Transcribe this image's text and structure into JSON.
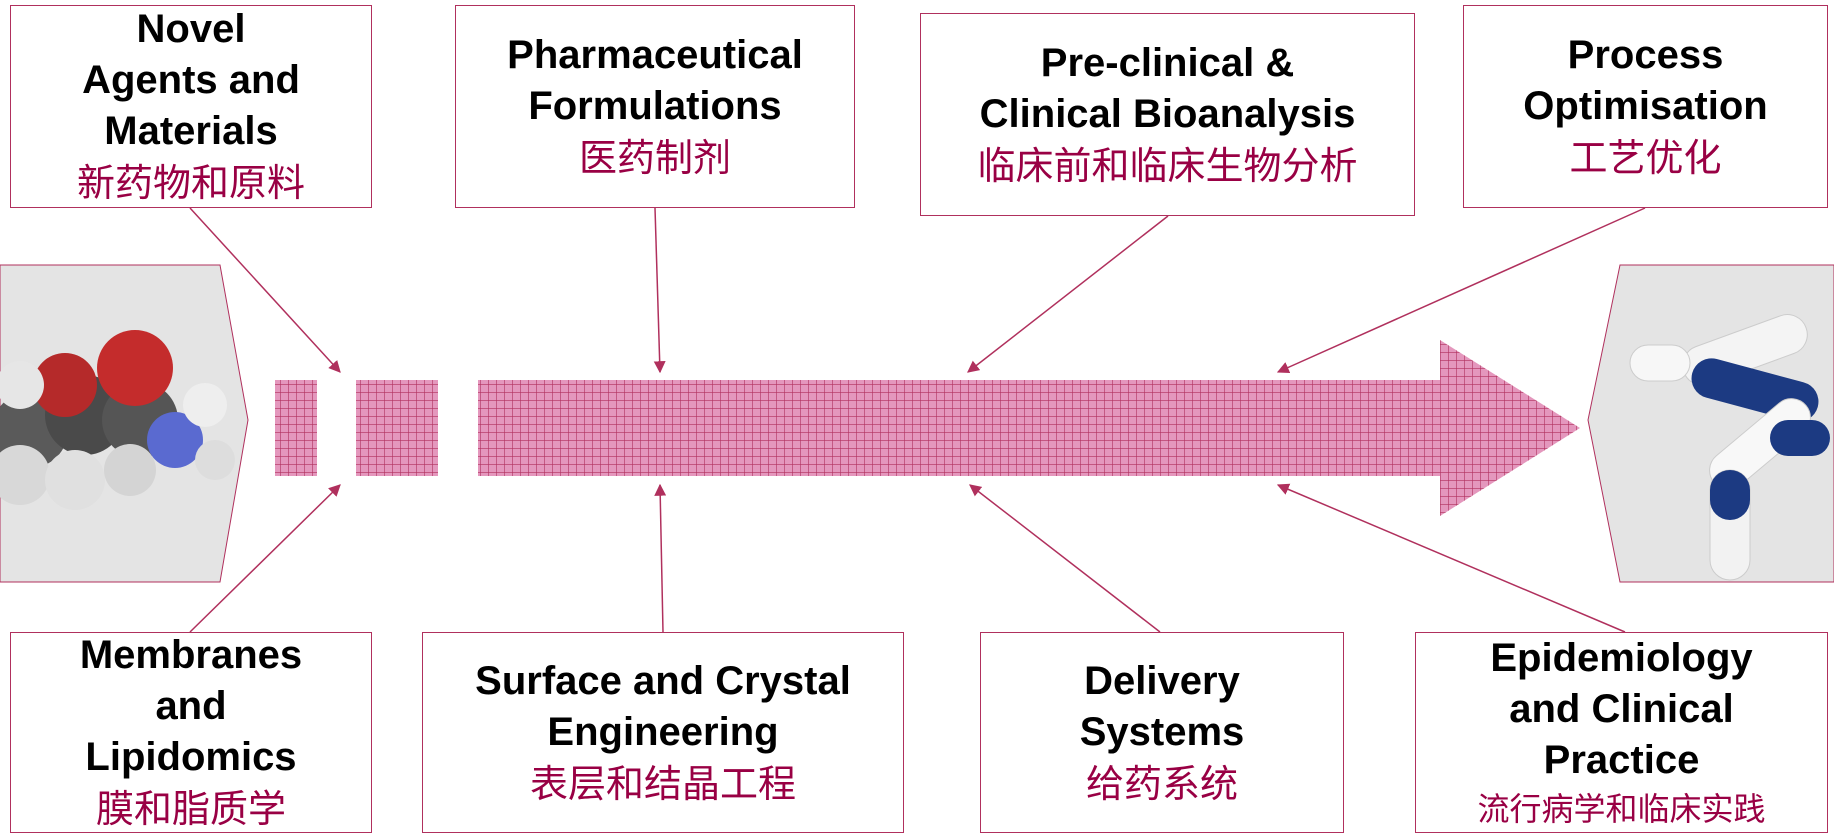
{
  "colors": {
    "accent": "#b0305d",
    "chinese_text": "#990044",
    "arrow_fill": "#cc6699"
  },
  "boxes_top": [
    {
      "en": "Novel\nAgents and\nMaterials",
      "zh": "新药物和原料"
    },
    {
      "en": "Pharmaceutical\nFormulations",
      "zh": "医药制剂"
    },
    {
      "en": "Pre-clinical &\nClinical Bioanalysis",
      "zh": "临床前和临床生物分析"
    },
    {
      "en": "Process\nOptimisation",
      "zh": "工艺优化"
    }
  ],
  "boxes_bottom": [
    {
      "en": "Membranes\nand\nLipidomics",
      "zh": "膜和脂质学"
    },
    {
      "en": "Surface and Crystal\nEngineering",
      "zh": "表层和结晶工程"
    },
    {
      "en": "Delivery\nSystems",
      "zh": "给药系统"
    },
    {
      "en": "Epidemiology\nand Clinical\nPractice",
      "zh": "流行病学和临床实践"
    }
  ],
  "images": {
    "left": "molecule-image",
    "right": "capsules-image"
  }
}
